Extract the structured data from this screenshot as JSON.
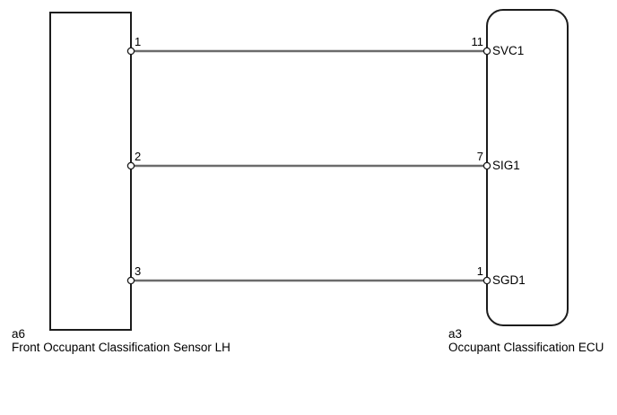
{
  "colors": {
    "background": "#ffffff",
    "outline": "#1c1c1c",
    "wire": "#6b6b6b",
    "text": "#000000",
    "terminal_fill": "#ffffff"
  },
  "diagram": {
    "left_component": {
      "code": "a6",
      "label": "Front Occupant Classification Sensor LH",
      "pins": [
        "1",
        "2",
        "3"
      ]
    },
    "right_component": {
      "code": "a3",
      "label": "Occupant Classification ECU",
      "pins": [
        "11",
        "7",
        "1"
      ],
      "signals": [
        "SVC1",
        "SIG1",
        "SGD1"
      ]
    },
    "wires": [
      {
        "from_pin": "1",
        "to_pin": "11",
        "signal": "SVC1"
      },
      {
        "from_pin": "2",
        "to_pin": "7",
        "signal": "SIG1"
      },
      {
        "from_pin": "3",
        "to_pin": "1",
        "signal": "SGD1"
      }
    ]
  }
}
